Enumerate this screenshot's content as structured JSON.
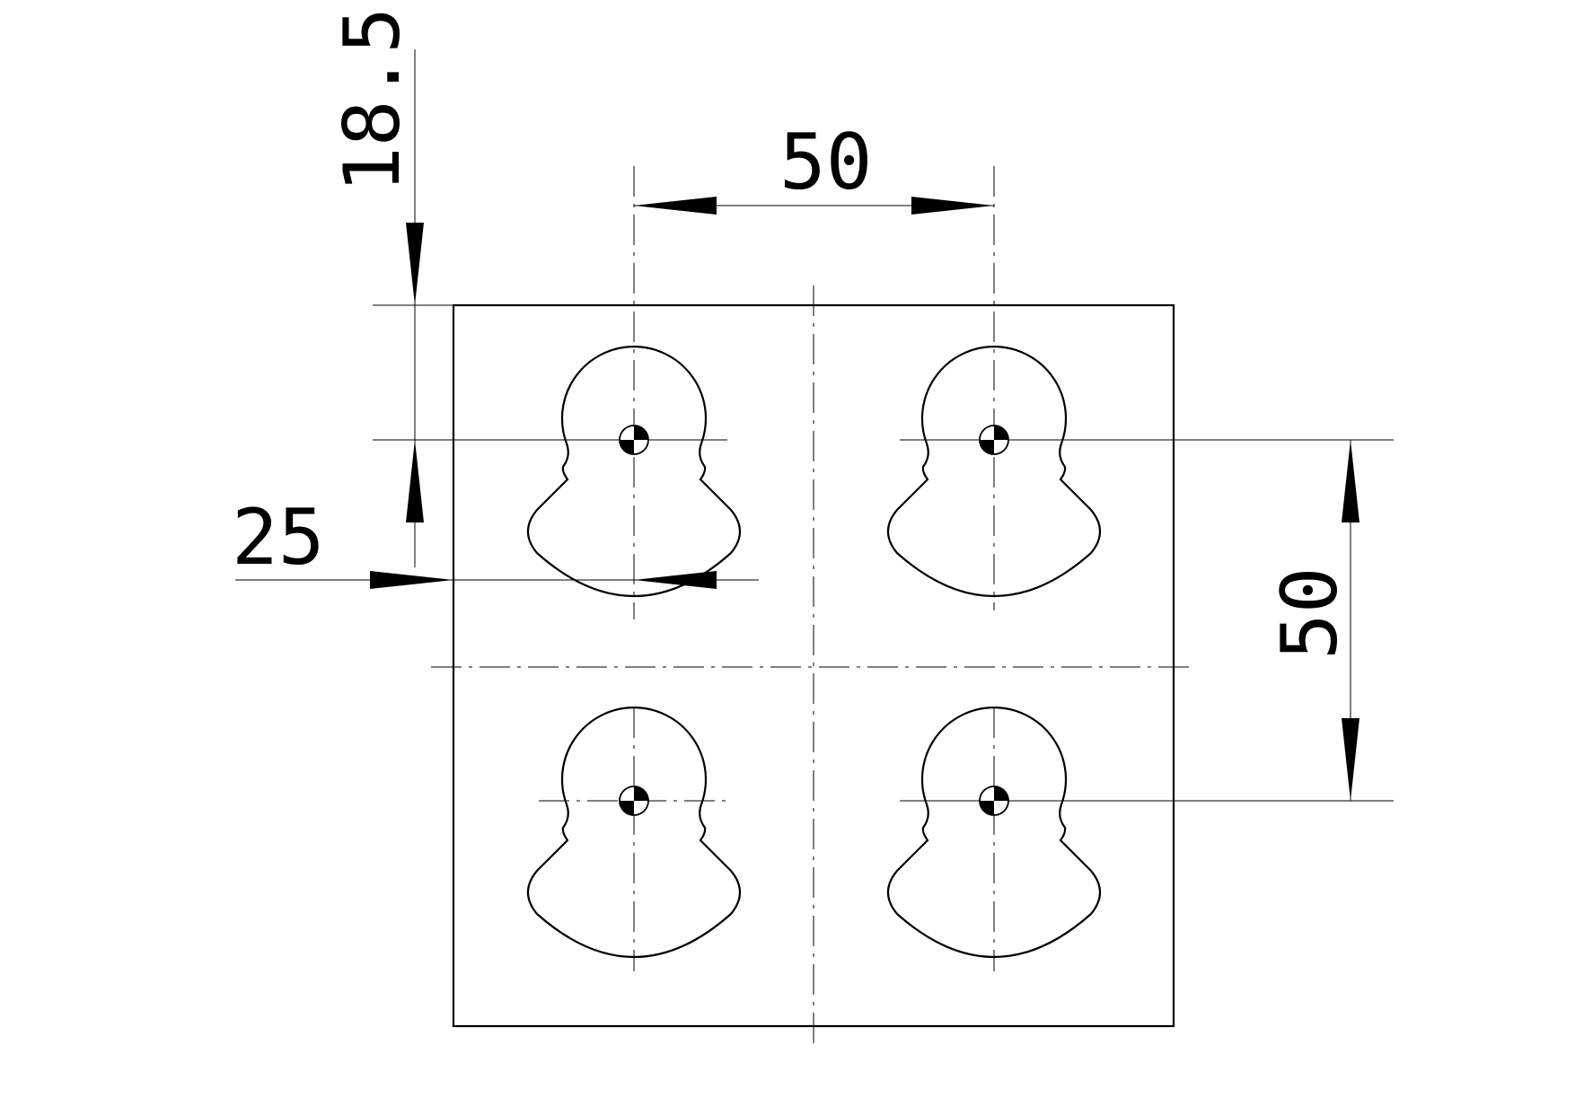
{
  "dimensions": {
    "top_offset": "18.5",
    "hole_pitch_x": "50",
    "edge_offset": "25",
    "hole_pitch_y": "50"
  },
  "plate": {
    "hole_count": 4,
    "hole_shape": "keyhole-drop",
    "center_mark": "quadrant-target-icon"
  },
  "colors": {
    "line": "#000000",
    "background": "#ffffff"
  }
}
